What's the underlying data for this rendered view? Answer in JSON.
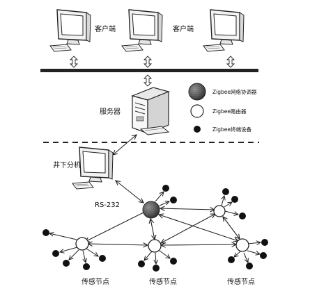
{
  "labels": {
    "client_1": "客户端",
    "client_2": "客户端",
    "server": "服务器",
    "downhole": "井下分机",
    "rs232": "RS-232",
    "sensor_1": "传感节点",
    "sensor_2": "传感节点",
    "sensor_3": "传感节点"
  },
  "legend": {
    "coordinator": "Zigbee网络协调器",
    "router": "Zigbee路由器",
    "end_device": "Zigbee终端设备"
  },
  "colors": {
    "line": "#222222",
    "coordinator_fill": "#6f6f6f",
    "router_fill": "#ffffff",
    "end_device_fill": "#111111"
  },
  "icons": {
    "computer": "desktop-computer-icon",
    "server": "tower-server-icon",
    "arrow": "double-arrow-icon"
  }
}
